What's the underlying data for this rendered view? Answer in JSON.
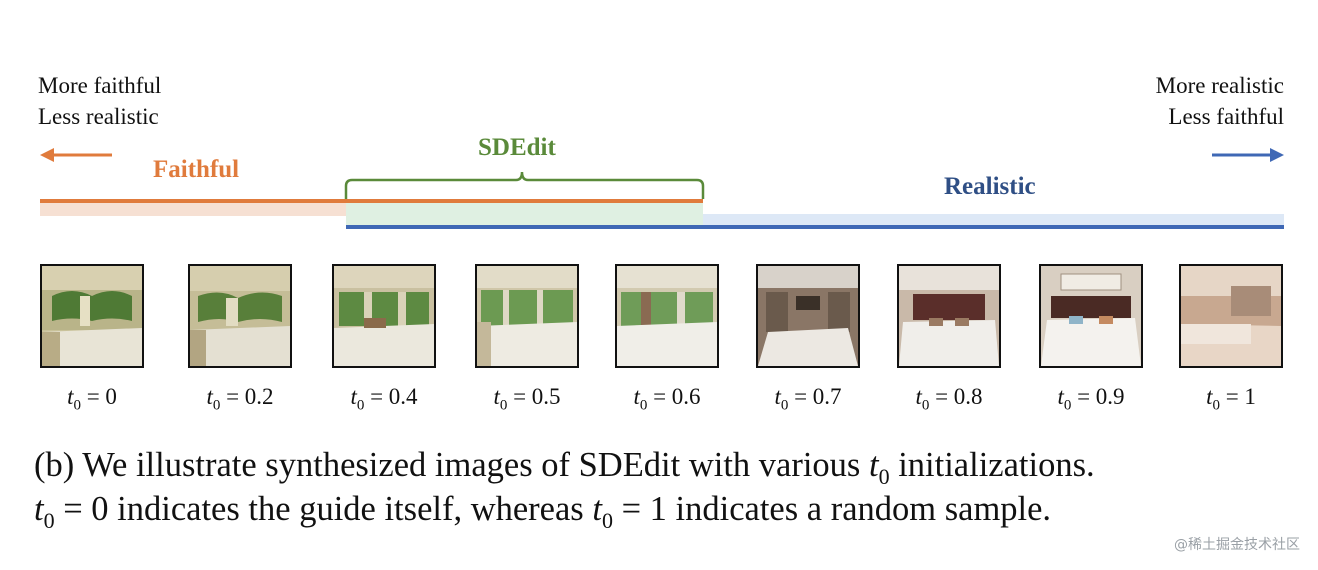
{
  "top_left": {
    "line1": "More faithful",
    "line2": "Less realistic"
  },
  "top_right": {
    "line1": "More realistic",
    "line2": "Less faithful"
  },
  "bars": {
    "faithful_label": "Faithful",
    "sdedit_label": "SDEdit",
    "realistic_label": "Realistic"
  },
  "colors": {
    "faithful": "#e07b3c",
    "faithful_light": "#f6e0d3",
    "sdedit": "#5a8a3a",
    "sdedit_fill": "#dff0e2",
    "realistic": "#3f68b5",
    "realistic_light": "#dde8f6",
    "realistic_text": "#2f4f85"
  },
  "thumbnails": [
    {
      "label_var": "t",
      "label_sub": "0",
      "label_rest": " = 0"
    },
    {
      "label_var": "t",
      "label_sub": "0",
      "label_rest": " = 0.2"
    },
    {
      "label_var": "t",
      "label_sub": "0",
      "label_rest": " = 0.4"
    },
    {
      "label_var": "t",
      "label_sub": "0",
      "label_rest": " = 0.5"
    },
    {
      "label_var": "t",
      "label_sub": "0",
      "label_rest": " = 0.6"
    },
    {
      "label_var": "t",
      "label_sub": "0",
      "label_rest": " = 0.7"
    },
    {
      "label_var": "t",
      "label_sub": "0",
      "label_rest": " = 0.8"
    },
    {
      "label_var": "t",
      "label_sub": "0",
      "label_rest": " = 0.9"
    },
    {
      "label_var": "t",
      "label_sub": "0",
      "label_rest": " = 1"
    }
  ],
  "caption": {
    "l1_a": "(b) We illustrate synthesized images of SDEdit with various ",
    "l1_var": "t",
    "l1_sub": "0",
    "l1_b": " initializations.",
    "l2_var": "t",
    "l2_sub": "0",
    "l2_a": " = 0 indicates the guide itself, whereas ",
    "l2_var2": "t",
    "l2_sub2": "0",
    "l2_b": " = 1 indicates a random sample."
  },
  "watermark": "@稀土掘金技术社区"
}
